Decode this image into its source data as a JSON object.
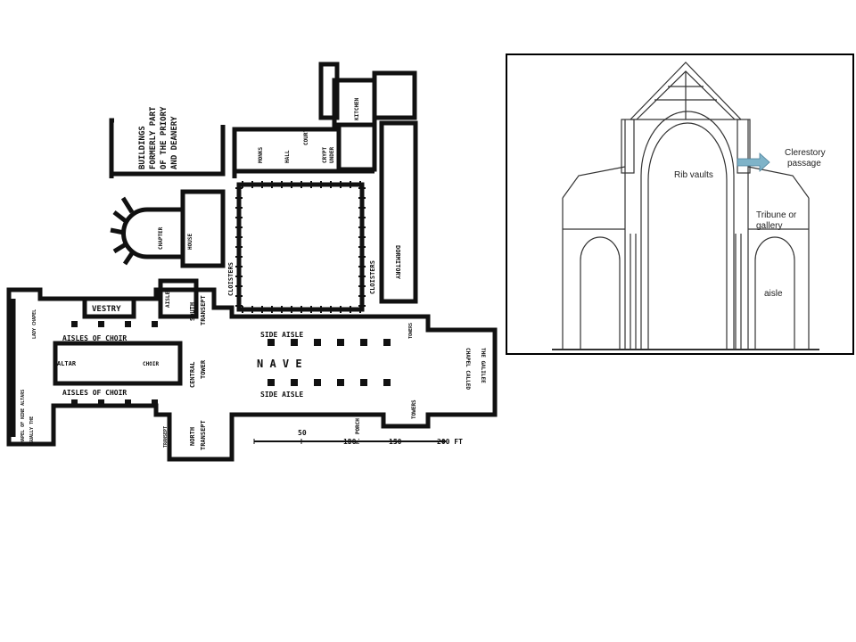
{
  "plan": {
    "labels": {
      "buildings": "BUILDINGS",
      "formerly": "FORMERLY PART",
      "of_the_priory": "OF THE PRIORY",
      "and_deanery": "AND DEANERY",
      "kitchen": "KITCHEN",
      "monks": "MONKS",
      "hall": "HALL",
      "court": "COURT",
      "crypt": "CRYPT",
      "under": "UNDER",
      "chapter": "CHAPTER",
      "house": "HOUSE",
      "cloisters_left": "CLOISTERS",
      "cloisters_right": "CLOISTERS",
      "dormitory": "DORMITORY",
      "vestry": "VESTRY",
      "aisles": "AISLES",
      "south": "SOUTH",
      "transept_s": "TRANSEPT",
      "aisles_of_choir_top": "AISLES OF CHOIR",
      "aisles_of_choir_bottom": "AISLES OF CHOIR",
      "lady_chapel": "LADY CHAPEL",
      "altar": "ALTAR",
      "choir": "CHOIR",
      "central": "CENTRAL",
      "tower": "TOWER",
      "side_aisle_top": "SIDE AISLE",
      "side_aisle_bottom": "SIDE AISLE",
      "nave": "N A V E",
      "towers_top": "TOWERS",
      "towers_bottom": "TOWERS",
      "chapel_called": "CHAPEL CALLED",
      "the_galilee": "THE GALILEE",
      "north": "NORTH",
      "transept_n": "TRANSEPT",
      "transept_small": "TRANSEPT",
      "n_porch": "N. PORCH",
      "chapel_of_nine_altars": "CHAPEL OF NINE ALTARS",
      "usually": "USUALLY THE"
    },
    "scale": [
      "50",
      "100",
      "150",
      "200 FT"
    ]
  },
  "section": {
    "labels": {
      "rib_vaults": "Rib vaults",
      "clerestory_1": "Clerestory",
      "clerestory_2": "passage",
      "tribune_1": "Tribune or",
      "tribune_2": "gallery",
      "aisle": "aisle"
    },
    "arrow_color": "#7fb3c8"
  }
}
